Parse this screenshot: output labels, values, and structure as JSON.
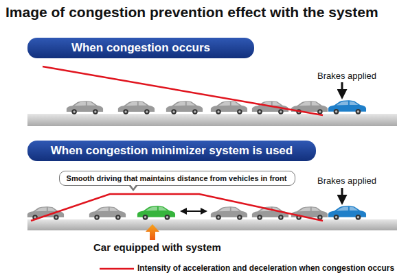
{
  "diagram": {
    "title": "Image of congestion prevention effect with the system",
    "nodes": [
      {
        "text": [
          "When congestion occurs"
        ]
      },
      {
        "text": [
          "When congestion minimizer system is used"
        ]
      },
      {
        "text": [
          "Smooth driving that maintains distance from vehicles in front"
        ]
      }
    ],
    "labels": [
      "Brakes applied",
      "Brakes applied",
      "Car equipped with system"
    ],
    "legend": [
      {
        "text": "Intensity of acceleration and deceleration when congestion occurs"
      }
    ]
  }
}
